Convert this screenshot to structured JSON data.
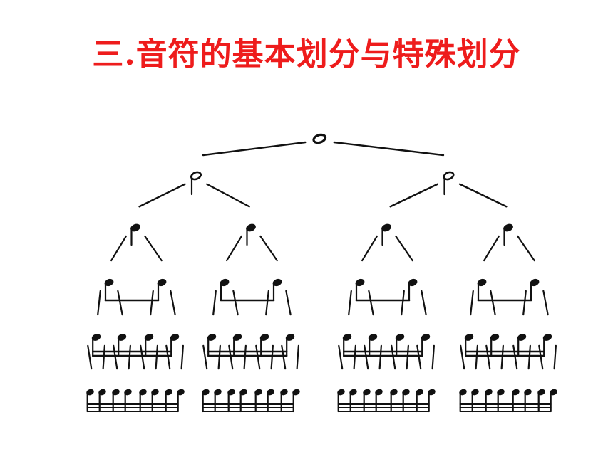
{
  "title": "三.音符的基本划分与特殊划分",
  "colors": {
    "title": "#ee1c1c",
    "ink": "#111111",
    "background": "#ffffff"
  },
  "tree": {
    "levels": [
      {
        "note": "whole-note",
        "count": 1
      },
      {
        "note": "half-note",
        "count": 2
      },
      {
        "note": "quarter-note",
        "count": 4
      },
      {
        "note": "eighth-note",
        "count": 8
      },
      {
        "note": "sixteenth-note",
        "count": 16
      },
      {
        "note": "thirty-second-note",
        "count": 32
      }
    ]
  }
}
